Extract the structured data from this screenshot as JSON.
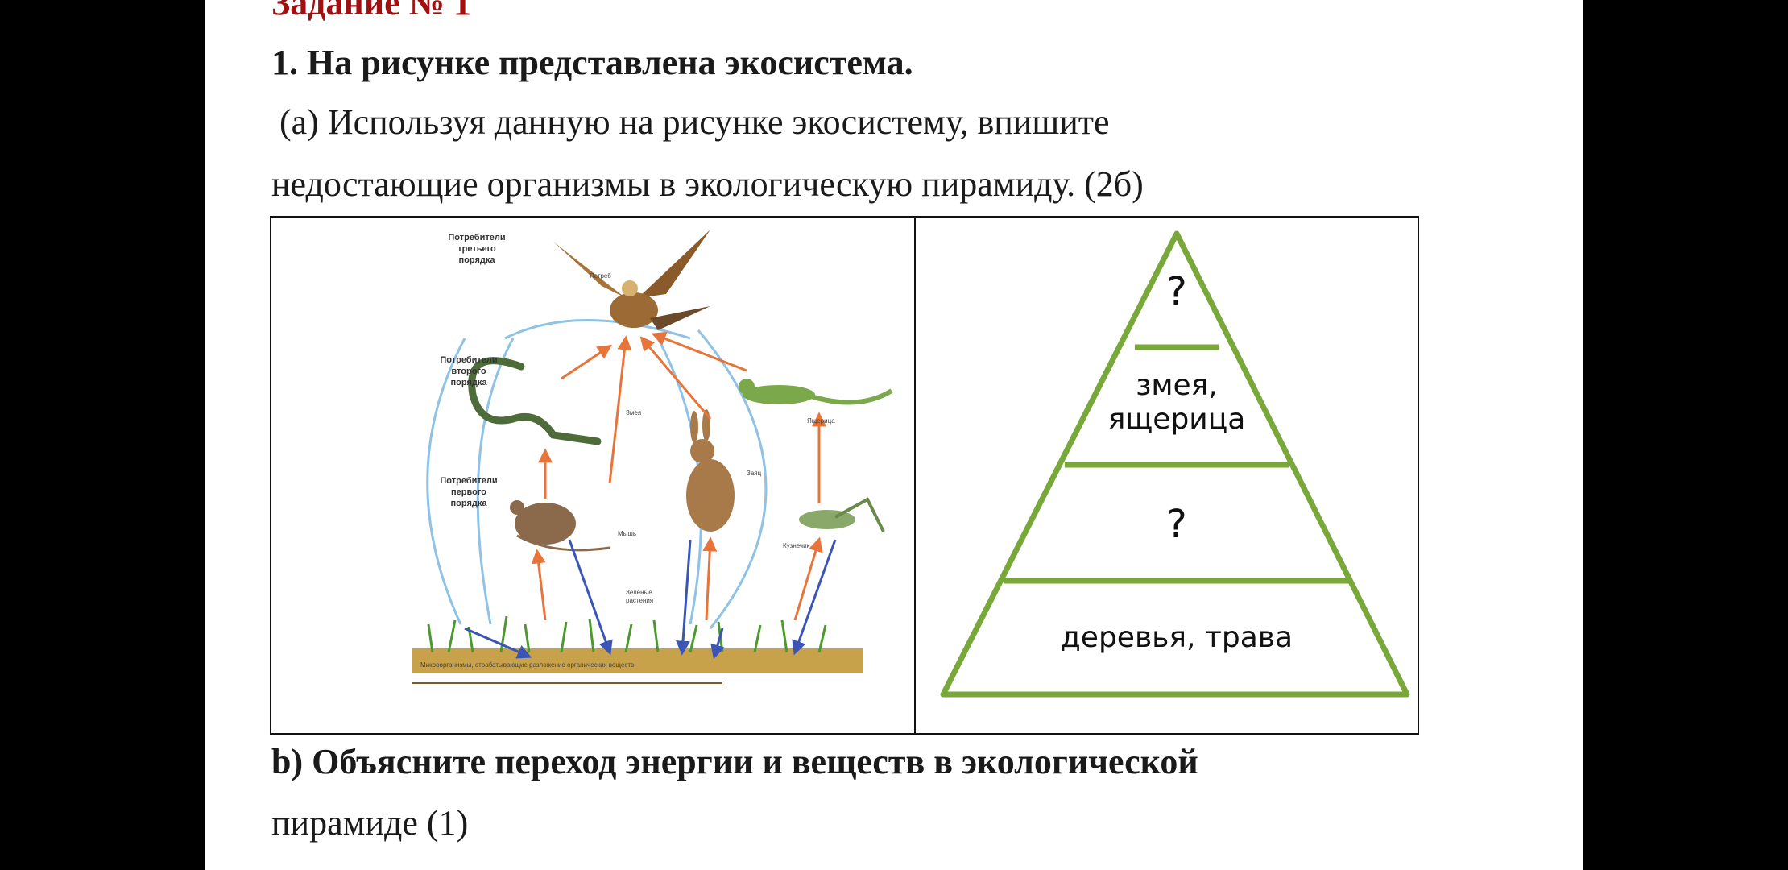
{
  "assignment": {
    "heading": "Задание № 1",
    "question_title": "1. На  рисунке представлена экосистема.",
    "part_a_line1": "(а) Используя данную на рисунке экосистему, впишите",
    "part_a_line2": "недостающие организмы в  экологическую пирамиду.  (2б)",
    "part_b_line1": "b) Объясните переход энергии и веществ в экологической",
    "part_b_line2": "пирамиде (1)"
  },
  "ecosystem_image": {
    "level3_label": [
      "Потребители",
      "третьего",
      "порядка"
    ],
    "level2_label": [
      "Потребители",
      "второго",
      "порядка"
    ],
    "level1_label": [
      "Потребители",
      "первого",
      "порядка"
    ],
    "eagle": "Ястреб",
    "snake": "Змея",
    "lizard": "Ящерица",
    "hare": "Заяц",
    "mouse": "Мышь",
    "grasshopper": "Кузнечик",
    "plants": [
      "Зеленые",
      "растения"
    ],
    "ground_caption": "Микроорганизмы, отрабатывающие разложение органических веществ",
    "colors": {
      "orange_arrow": "#e8743a",
      "blue_arrow": "#3a55b5",
      "cycle": "#8fc2e6"
    }
  },
  "pyramid": {
    "level_top": "?",
    "level_2_line1": "змея,",
    "level_2_line2": "ящерица",
    "level_3": "?",
    "level_base": "деревья, трава",
    "stroke_color": "#78a83a"
  }
}
